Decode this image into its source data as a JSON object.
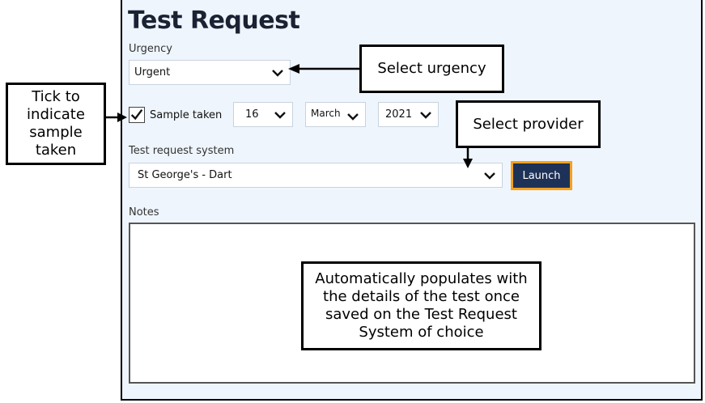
{
  "form": {
    "title": "Test Request",
    "urgency_label": "Urgency",
    "urgency_value": "Urgent",
    "sample_taken_label": "Sample taken",
    "sample_taken_checked": true,
    "day_value": "16",
    "month_value": "March",
    "year_value": "2021",
    "system_label": "Test request system",
    "system_value": "St George's - Dart",
    "launch_label": "Launch",
    "notes_label": "Notes"
  },
  "callouts": {
    "tick": "Tick to indicate sample taken",
    "urgency": "Select urgency",
    "provider": "Select provider",
    "notes": "Automatically populates with the details of the test once saved on the Test Request System of choice"
  },
  "colors": {
    "panel_bg": "#eef5fc",
    "launch_bg": "#1e3257",
    "launch_border": "#f4a21e"
  },
  "icons": {
    "dropdown": "chevron-down-icon",
    "check": "checkmark-icon",
    "arrow": "arrow-icon"
  }
}
